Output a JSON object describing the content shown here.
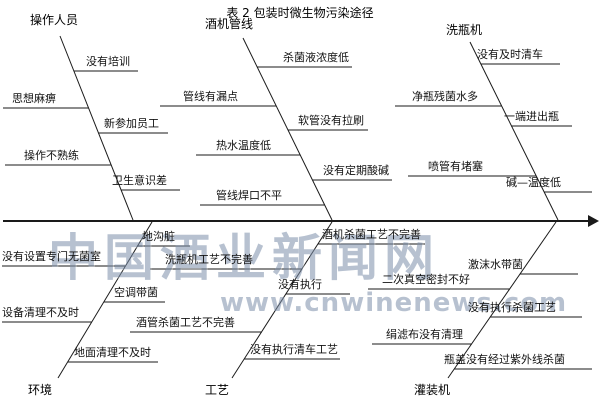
{
  "title": "表 2 包装时微生物污染途径",
  "watermark": {
    "cn": "中国酒业新闻网",
    "url": "www.cnwinenews.com"
  },
  "diagram": {
    "top_left": {
      "label": "操作人员",
      "causes": [
        "没有培训",
        "思想麻痹",
        "新参加员工",
        "操作不熟练",
        "卫生意识差"
      ]
    },
    "top_center": {
      "label": "酒机管线",
      "causes": [
        "杀菌液浓度低",
        "管线有漏点",
        "软管没有拉刷",
        "热水温度低",
        "没有定期酸碱",
        "管线焊口不平"
      ]
    },
    "top_right": {
      "label": "洗瓶机",
      "causes": [
        "没有及时清车",
        "净瓶残菌水多",
        "一端进出瓶",
        "喷管有堵塞",
        "碱—温度低"
      ]
    },
    "bottom_left": {
      "label": "环境",
      "causes": [
        "地沟脏",
        "没有设置专门无菌室",
        "空调带菌",
        "设备清理不及时",
        "地面清理不及时"
      ]
    },
    "bottom_center": {
      "label": "工艺",
      "causes": [
        "酒机杀菌工艺不完善",
        "洗瓶机工艺不完善",
        "没有执行",
        "酒管杀菌工艺不完善",
        "没有执行清车工艺"
      ]
    },
    "bottom_right": {
      "label": "灌装机",
      "causes": [
        "激沫水带菌",
        "二次真空密封不好",
        "没有执行杀菌工艺",
        "绢滤布没有清理",
        "瓶盖没有经过紫外线杀菌"
      ]
    }
  }
}
